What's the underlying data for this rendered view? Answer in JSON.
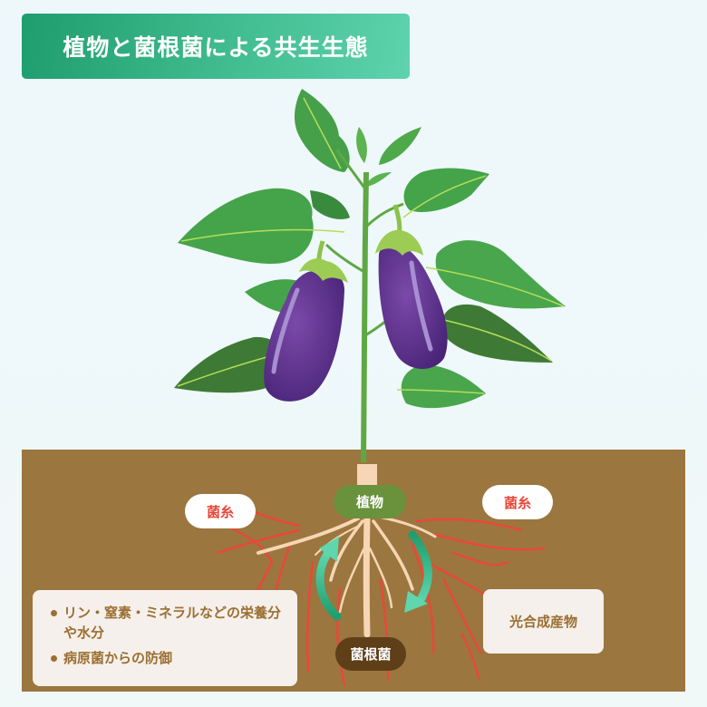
{
  "title": "植物と菌根菌による共生生態",
  "colors": {
    "title_gradient_start": "#1e9d6e",
    "title_gradient_end": "#5ed3ad",
    "soil": "#9b763f",
    "hypha": "#e8483a",
    "root": "#f7d6b5",
    "plant_label_bg": "#6a923c",
    "fungus_label_bg": "#5e3f18",
    "info_box_bg": "#f5f0eb",
    "info_text": "#9b6f33",
    "arrow": "#2fbf8c",
    "eggplant": "#5b2d8e",
    "leaf": "#3f9a43"
  },
  "labels": {
    "hypha_left": "菌糸",
    "hypha_right": "菌糸",
    "plant": "植物",
    "fungus": "菌根菌"
  },
  "info_left": {
    "items": [
      "リン・窒素・ミネラルなどの栄養分や水分",
      "病原菌からの防御"
    ]
  },
  "info_right": {
    "text": "光合成産物"
  },
  "illustration": {
    "subject": "eggplant-plant",
    "fruit_count": 2,
    "arrows": [
      {
        "name": "fungus-to-plant-arrow",
        "direction": "up"
      },
      {
        "name": "plant-to-fungus-arrow",
        "direction": "down"
      }
    ]
  }
}
